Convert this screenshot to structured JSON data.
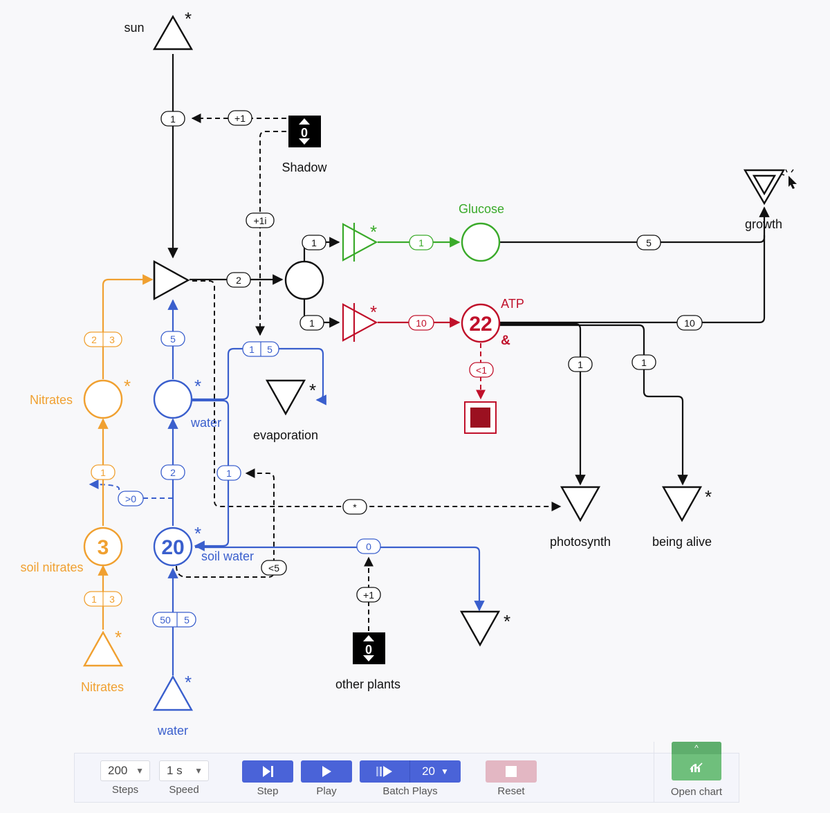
{
  "colors": {
    "black": "#111111",
    "blue": "#3a5fcd",
    "orange": "#f0a030",
    "green": "#3aaa2a",
    "red": "#c0102a",
    "dark_red": "#9b1020"
  },
  "nodes": {
    "sun": {
      "label": "sun",
      "marker": "*"
    },
    "shadow": {
      "label": "Shadow",
      "value": "0"
    },
    "glucose": {
      "label": "Glucose"
    },
    "growth": {
      "label": "growth"
    },
    "atp": {
      "label": "ATP",
      "value": "22",
      "marker": "&"
    },
    "nitrates_pool": {
      "label": "Nitrates",
      "marker": "*"
    },
    "water_pool": {
      "label": "water",
      "marker": "*"
    },
    "evaporation": {
      "label": "evaporation",
      "marker": "*"
    },
    "photosynth": {
      "label": "photosynth"
    },
    "being_alive": {
      "label": "being alive",
      "marker": "*"
    },
    "soil_nitrates": {
      "label": "soil nitrates",
      "value": "3"
    },
    "soil_water": {
      "label": "soil water",
      "value": "20",
      "marker": "*"
    },
    "nitrates_source": {
      "label": "Nitrates",
      "marker": "*"
    },
    "water_source": {
      "label": "water",
      "marker": "*"
    },
    "other_plants": {
      "label": "other plants",
      "value": "0"
    },
    "green_gate": {
      "marker": "*"
    },
    "red_gate": {
      "marker": "*"
    },
    "drain": {
      "marker": "*"
    }
  },
  "edges": {
    "sun_to_converter": "1",
    "shadow_mod": "+1",
    "shadow_to_evap": "+1i",
    "converter_out": "2",
    "to_green_gate": "1",
    "to_red_gate": "1",
    "green_to_glucose": "1",
    "glucose_to_growth": "5",
    "red_to_atp": "10",
    "atp_to_growth": "10",
    "atp_to_photosynth": "1",
    "atp_to_alive": "1",
    "atp_drain": "<1",
    "nitrates_in": [
      "2",
      "3"
    ],
    "water_to_converter": "5",
    "evap": [
      "1",
      "5"
    ],
    "soil_nit_to_pool": "1",
    "gt0": ">0",
    "soilwater_to_water": "2",
    "return_flow": "1",
    "photosynth_mod": "*",
    "lt5": "<5",
    "soil_out": "0",
    "other_plants_mod": "+1",
    "nit_source": [
      "1",
      "3"
    ],
    "water_source": [
      "50",
      "5"
    ]
  },
  "toolbar": {
    "steps": {
      "value": "200",
      "caption": "Steps"
    },
    "speed": {
      "value": "1 s",
      "caption": "Speed"
    },
    "step_caption": "Step",
    "play_caption": "Play",
    "batch": {
      "value": "20",
      "caption": "Batch Plays"
    },
    "reset_caption": "Reset",
    "open_chart_caption": "Open chart",
    "icons": {
      "step": "step-icon",
      "play": "play-icon",
      "batch": "batch-play-icon",
      "reset": "stop-icon",
      "chart": "chart-icon",
      "caret": "chevron-down-icon"
    }
  }
}
